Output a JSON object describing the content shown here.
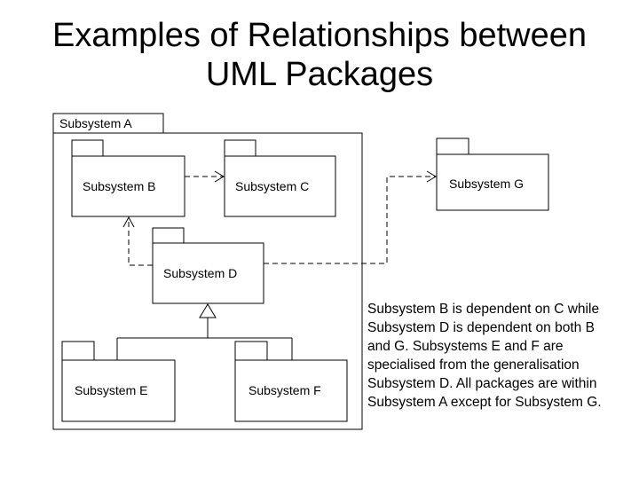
{
  "slide": {
    "title_line1": "Examples of Relationships between",
    "title_line2": "UML Packages",
    "description": "Subsystem B is dependent on C while Subsystem D is dependent on both B and G. Subsystems E and F are specialised from the generalisation Subsystem D. All packages are within Subsystem A except for Subsystem G."
  },
  "diagram": {
    "container_label": "Subsystem A",
    "packages": {
      "b": "Subsystem B",
      "c": "Subsystem C",
      "d": "Subsystem D",
      "e": "Subsystem E",
      "f": "Subsystem F",
      "g": "Subsystem G"
    }
  }
}
